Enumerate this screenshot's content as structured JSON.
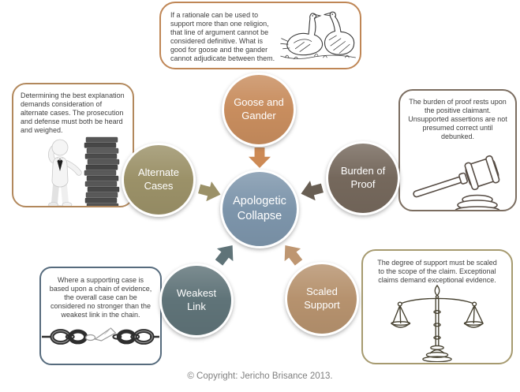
{
  "diagram": {
    "center_node": {
      "label": "Apologetic\nCollapse",
      "color": "#7D95AB"
    },
    "nodes": {
      "goose_gander": {
        "label": "Goose and\nGander",
        "color": "#C88D5E",
        "arrow_color": "#CD8A55"
      },
      "alternate_cases": {
        "label": "Alternate\nCases",
        "color": "#9B9168",
        "arrow_color": "#9B9168"
      },
      "burden_of_proof": {
        "label": "Burden of\nProof",
        "color": "#75685C",
        "arrow_color": "#685E53"
      },
      "weakest_link": {
        "label": "Weakest\nLink",
        "color": "#5F7378",
        "arrow_color": "#5F7378"
      },
      "scaled_support": {
        "label": "Scaled\nSupport",
        "color": "#B6926E",
        "arrow_color": "#BE9671"
      }
    },
    "callouts": {
      "goose_gander": {
        "text": "If a rationale can be used to support more than one religion, that line of argument cannot be considered definitive. What is good for goose and the gander cannot adjudicate between them.",
        "image": "geese-sketch",
        "border_color": "#BF8655"
      },
      "alternate_cases": {
        "text": "Determining the best explanation demands consideration of alternate cases. The prosecution and defense must both be heard and weighed.",
        "image": "figure-with-stack",
        "border_color": "#B2885C"
      },
      "burden_of_proof": {
        "text": "The burden of proof rests upon the positive claimant. Unsupported assertions are not presumed correct until debunked.",
        "image": "gavel-sketch",
        "border_color": "#7B6D60"
      },
      "weakest_link": {
        "text": "Where a supporting case is based upon a chain of evidence, the overall case can be considered no stronger than the weakest link in the chain.",
        "image": "broken-chain-sketch",
        "border_color": "#566B7D"
      },
      "scaled_support": {
        "text": "The degree of support must be scaled to the scope of the claim. Exceptional claims demand exceptional evidence.",
        "image": "balance-scales-sketch",
        "border_color": "#A69A6F"
      }
    }
  },
  "footer": {
    "copyright": "© Copyright: Jericho Brisance 2013."
  }
}
